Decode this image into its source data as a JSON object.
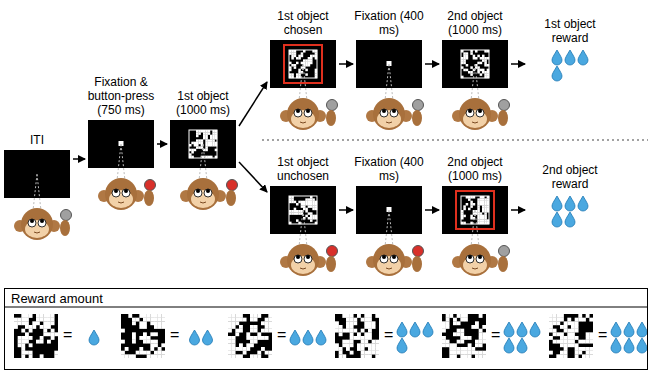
{
  "diagram": {
    "nodes": [
      {
        "text": [
          "ITI"
        ]
      },
      {
        "text": [
          "Fixation & button-press (750 ms)"
        ]
      },
      {
        "text": [
          "1st object (1000 ms)"
        ]
      },
      {
        "text": [
          "1st object chosen"
        ]
      },
      {
        "text": [
          "Fixation (400 ms)"
        ]
      },
      {
        "text": [
          "2nd object (1000 ms)"
        ]
      },
      {
        "text": [
          "1st object reward"
        ]
      },
      {
        "text": [
          "1st object unchosen"
        ]
      },
      {
        "text": [
          "Fixation (400 ms)"
        ]
      },
      {
        "text": [
          "2nd object (1000 ms)"
        ]
      },
      {
        "text": [
          "2nd object reward"
        ]
      },
      {
        "text": [
          "Reward amount"
        ]
      }
    ],
    "edges": [
      {
        "from": 0,
        "to": 1,
        "arrow": "to"
      },
      {
        "from": 1,
        "to": 2,
        "arrow": "to"
      },
      {
        "from": 2,
        "to": 3,
        "arrow": "to"
      },
      {
        "from": 2,
        "to": 7,
        "arrow": "to"
      },
      {
        "from": 3,
        "to": 4,
        "arrow": "to"
      },
      {
        "from": 4,
        "to": 5,
        "arrow": "to"
      },
      {
        "from": 5,
        "to": 6,
        "arrow": "to"
      },
      {
        "from": 7,
        "to": 8,
        "arrow": "to"
      },
      {
        "from": 8,
        "to": 9,
        "arrow": "to"
      },
      {
        "from": 9,
        "to": 10,
        "arrow": "to"
      }
    ],
    "labels": [
      "=",
      "=",
      "=",
      "=",
      "=",
      "="
    ]
  }
}
